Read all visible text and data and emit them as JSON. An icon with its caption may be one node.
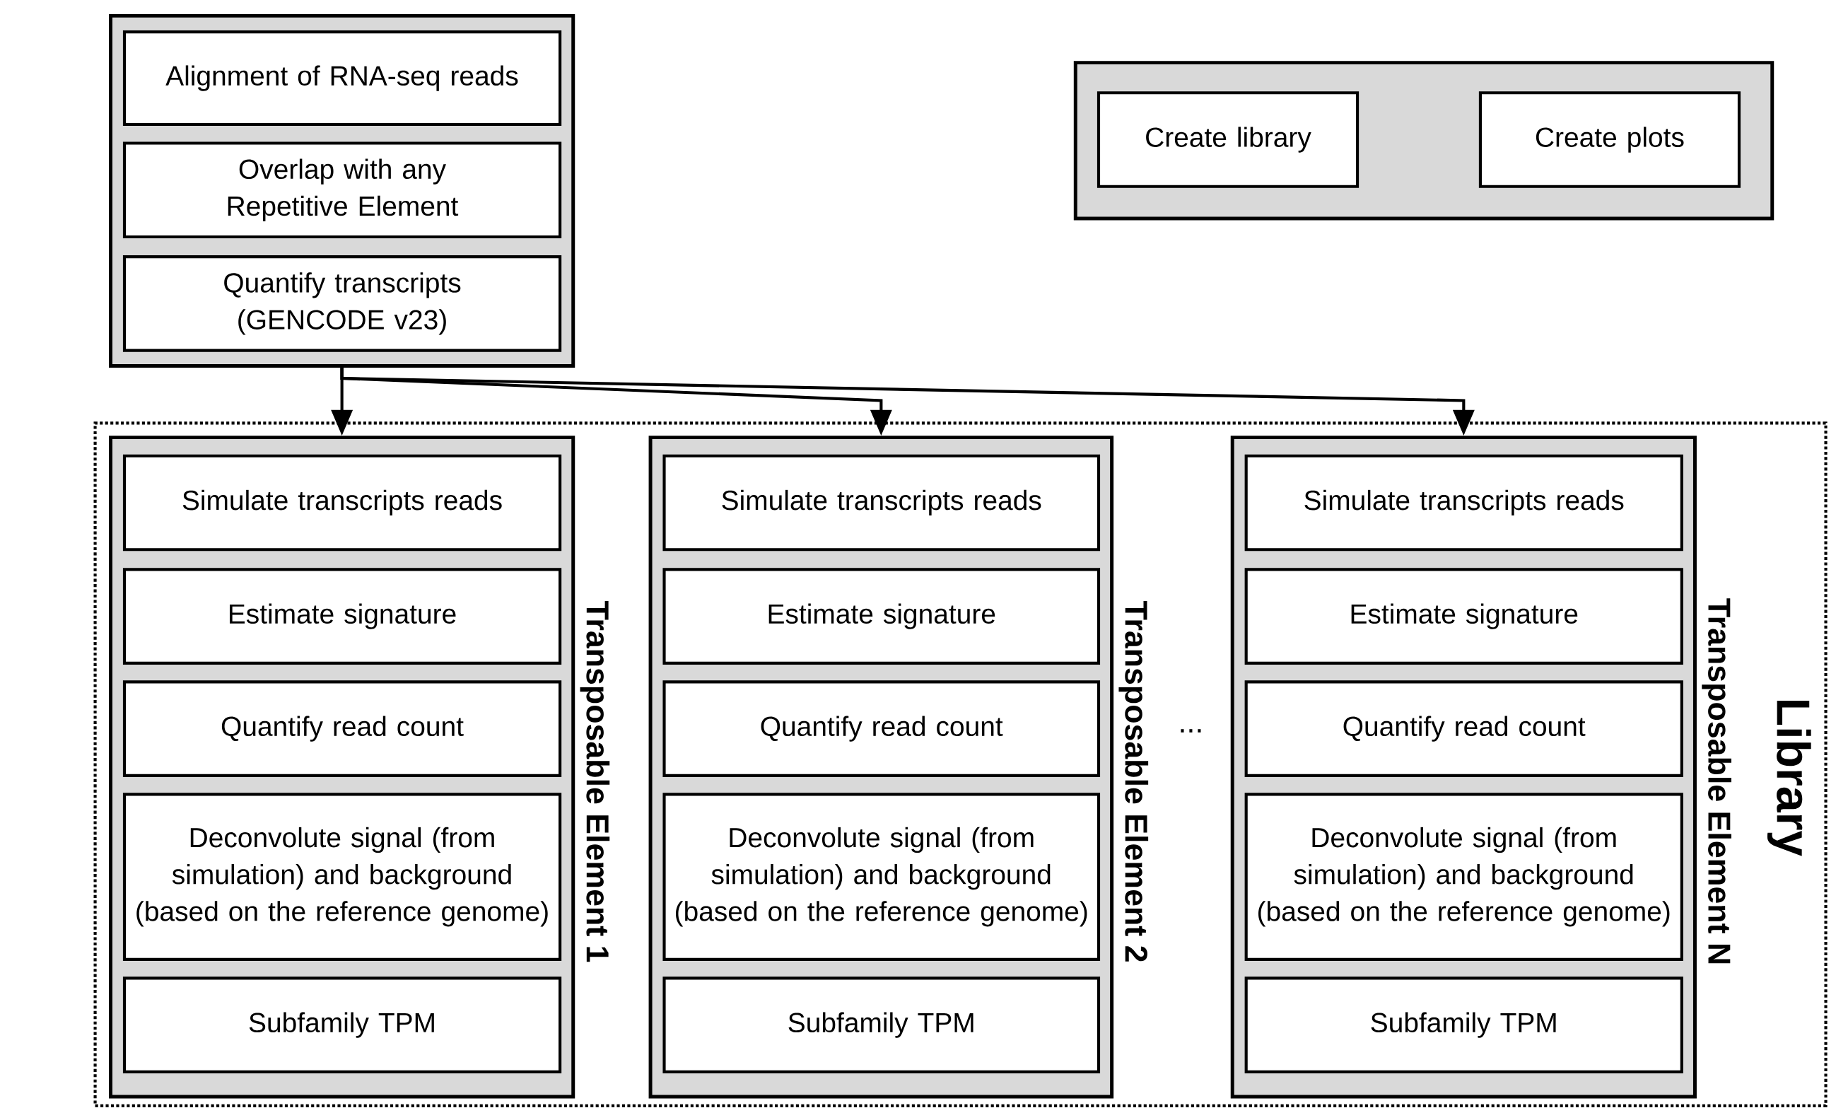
{
  "diagram": {
    "nodes": [
      {
        "text": [],
        "shape": "box"
      },
      {
        "text": [
          "Alignment of RNA-seq reads"
        ],
        "in": 0
      },
      {
        "text": [
          "Overlap with any Repetitive Element"
        ],
        "in": 0
      },
      {
        "text": [
          "Quantify transcripts (GENCODE v23)"
        ],
        "in": 0
      },
      {
        "text": [],
        "shape": "box"
      },
      {
        "text": [
          "Create library"
        ],
        "in": 4
      },
      {
        "text": [
          "Create plots"
        ],
        "in": 4
      },
      {
        "text": [
          "Library"
        ]
      },
      {
        "text": [
          "Transposable Element 1"
        ],
        "in": 7
      },
      {
        "text": [
          "Simulate transcripts reads"
        ],
        "in": 8
      },
      {
        "text": [
          "Estimate signature"
        ],
        "in": 8
      },
      {
        "text": [
          "Quantify read count"
        ],
        "in": 8
      },
      {
        "text": [
          "Deconvolute signal (from simulation) and background (based on the reference genome)"
        ],
        "in": 8
      },
      {
        "text": [
          "Subfamily TPM"
        ],
        "in": 8
      },
      {
        "text": [
          "Transposable Element 2"
        ],
        "in": 7
      },
      {
        "text": [
          "Simulate transcripts reads"
        ],
        "in": 14
      },
      {
        "text": [
          "Estimate signature"
        ],
        "in": 14
      },
      {
        "text": [
          "Quantify read count"
        ],
        "in": 14
      },
      {
        "text": [
          "Deconvolute signal (from simulation) and background (based on the reference genome)"
        ],
        "in": 14
      },
      {
        "text": [
          "Subfamily TPM"
        ],
        "in": 14
      },
      {
        "text": [
          "Transposable Element N"
        ],
        "in": 7
      },
      {
        "text": [
          "Simulate transcripts reads"
        ],
        "in": 20
      },
      {
        "text": [
          "Estimate signature"
        ],
        "in": 20
      },
      {
        "text": [
          "Quantify read count"
        ],
        "in": 20
      },
      {
        "text": [
          "Deconvolute signal (from simulation) and background (based on the reference genome)"
        ],
        "in": 20
      },
      {
        "text": [
          "Subfamily TPM"
        ],
        "in": 20
      }
    ],
    "edges": [
      {
        "from": 0,
        "to": 8,
        "arrow": "to"
      },
      {
        "from": 0,
        "to": 14,
        "arrow": "to"
      },
      {
        "from": 0,
        "to": 20,
        "arrow": "to"
      }
    ],
    "labels": [
      "..."
    ]
  }
}
